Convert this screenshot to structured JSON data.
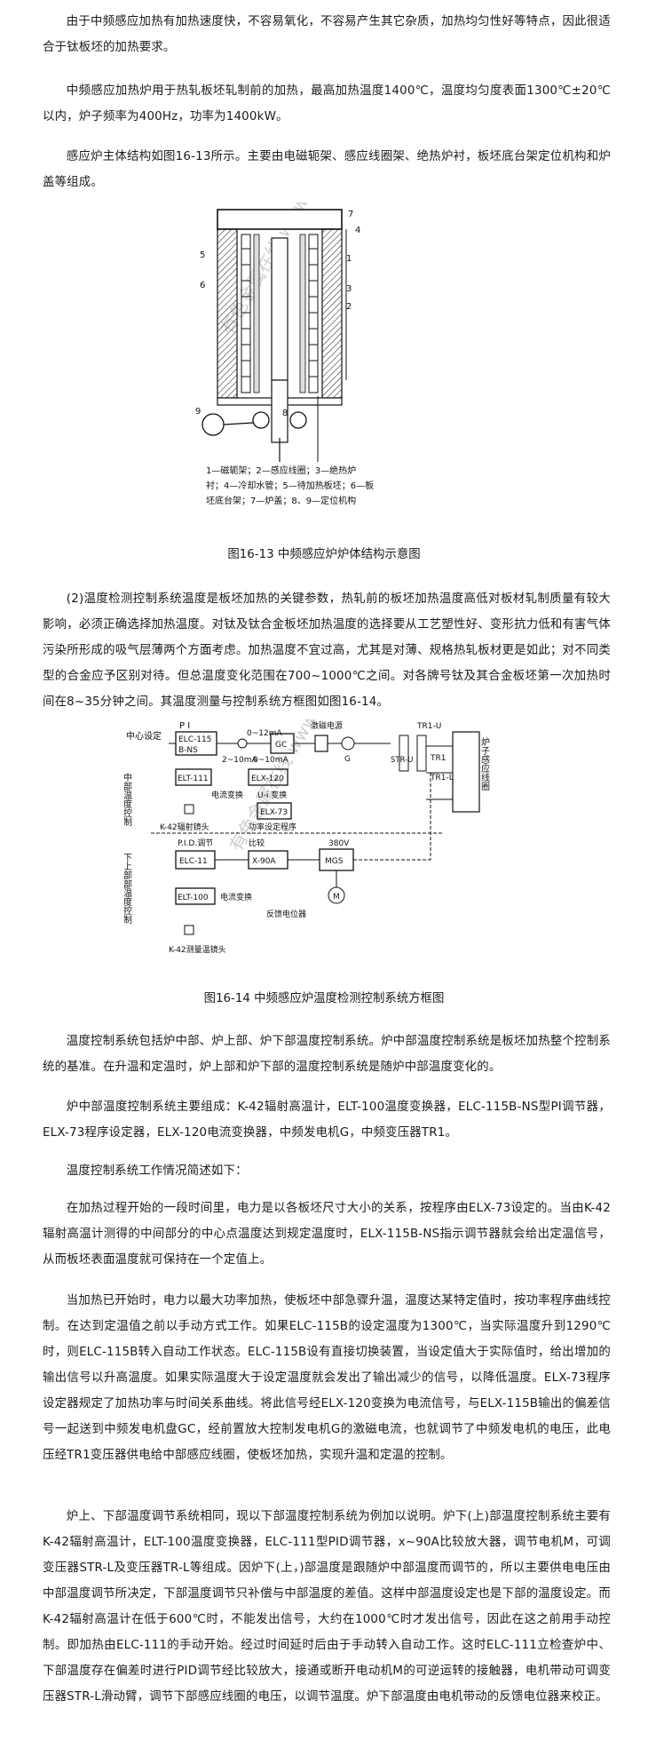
{
  "paragraphs": {
    "p1": "由于中频感应加热有加热速度快，不容易氧化，不容易产生其它杂质，加热均匀性好等特点，因此很适合于钛板坯的加热要求。",
    "p2": "中频感应加热炉用于热轧板坯轧制前的加热，最高加热温度1400℃，温度均匀度表面1300℃±20℃以内，炉子频率为400Hz，功率为1400kW。",
    "p3": "感应炉主体结构如图16-13所示。主要由电磁轭架、感应线圈架、绝热炉衬，板坯底台架定位机构和炉盖等组成。",
    "p4": "(2)温度检测控制系统温度是板坯加热的关键参数，热轧前的板坯加热温度高低对板材轧制质量有较大影响，必须正确选择加热温度。对钛及钛合金板坯加热温度的选择要从工艺塑性好、变形抗力低和有害气体污染所形成的吸气层薄两个方面考虑。加热温度不宜过高，尤其是对薄、规格热轧板材更是如此；对不同类型的合金应予区别对待。但总温度变化范围在700~1000℃之间。对各牌号钛及其合金板坯第一次加热时间在8~35分钟之间。其温度测量与控制系统方框图如图16-14。",
    "p5": "温度控制系统包括炉中部、炉上部、炉下部温度控制系统。炉中部温度控制系统是板坯加热整个控制系统的基准。在升温和定温时，炉上部和炉下部的温度控制系统是随炉中部温度变化的。",
    "p6": "炉中部温度控制系统主要组成：K-42辐射高温计，ELT-100温度变换器，ELC-115B-NS型PI调节器，ELX-73程序设定器，ELX-120电流变换器，中频发电机G，中频变压器TR1。",
    "p7": "温度控制系统工作情况简述如下：",
    "p8": "在加热过程开始的一段时间里，电力是以各板坯尺寸大小的关系，按程序由ELX-73设定的。当由K-42辐射高温计测得的中间部分的中心点温度达到规定温度时，ELX-115B-NS指示调节器就会给出定温信号，从而板坯表面温度就可保持在一个定值上。",
    "p9": "当加热已开始时，电力以最大功率加热，使板坯中部急骤升温，温度达某特定值时，按功率程序曲线控制。在达到定温值之前以手动方式工作。如果ELC-115B的设定温度为1300℃，当实际温度升到1290℃时，则ELC-115B转入自动工作状态。ELC-115B设有直接切换装置，当设定值大于实际值时，给出增加的输出信号以升高温度。如果实际温度大于设定温度就会发出了输出减少的信号，以降低温度。ELX-73程序设定器规定了加热功率与时间关系曲线。将此信号经ELX-120变换为电流信号，与ELX-115B输出的偏差信号一起送到中频发电机盘GC，经前置放大控制发电机G的激磁电流，也就调节了中频发电机的电压，此电压经TR1变压器供电给中部感应线圈，使板坯加热，实现升温和定温的控制。",
    "p10": "炉上、下部温度调节系统相同，现以下部温度控制系统为例加以说明。炉下(上)部温度控制系统主要有K-42辐射高温计，ELT-100温度变换器，ELC-111型PID调节器，x~90A比较放大器，调节电机M，可调变压器STR-L及变压器TR-L等组成。因炉下(上，)部温度是跟随炉中部温度而调节的，所以主要供电电压由中部温度调节所决定，下部温度调节只补偿与中部温度的差值。这样中部温度设定也是下部的温度设定。而K-42辐射高温计在低于600℃时，不能发出信号，大约在1000℃时才发出信号，因此在这之前用手动控制。即加热由ELC-111的手动开始。经过时间延时后由于手动转入自动工作。这时ELC-111立检查炉中、下部温度存在偏差时进行PID调节经比较放大，接通或断开电动机M的可逆运转的接触器，电机带动可调变压器STR-L滑动臂，调节下部感应线圈的电压，以调节温度。炉下部温度由电机带动的反馈电位器来校正。"
  },
  "figure1": {
    "caption": "图16-13 中频感应炉炉体结构示意图",
    "numbers": [
      "1",
      "2",
      "3",
      "4",
      "5",
      "6",
      "7",
      "8",
      "9"
    ],
    "legend_line1": "1—磁轭架；2—感应线圈；3—绝热炉",
    "legend_line2": "衬；4—冷却水管；5—待加热板坯；6—板",
    "legend_line3": "坯底台架；7—炉盖；8、9—定位机构",
    "watermark": "有色金属在线 www.cnnmol.com"
  },
  "figure2": {
    "caption": "图16-14 中频感应炉温度检测控制系统方框图",
    "labels": {
      "center_set": "中心设定",
      "pi": "P I",
      "elc115": "ELC-115",
      "bns": "B-NS",
      "range1": "0~12mA",
      "range2": "0~10mA",
      "range3": "2~10mA",
      "elt111": "ELT-111",
      "elx120": "ELX-120",
      "current_conv": "电流变换",
      "ui_conv": "U-i 变换",
      "elx73": "ELX-73",
      "exciter": "激磁电源",
      "gc": "GC",
      "g": "G",
      "str_u": "STR-U",
      "tr1_u": "TR1-U",
      "tr1": "TR1",
      "tr1_l": "TR1-L",
      "coil": "炉子感应线圈",
      "mid_ctrl": "中部温度控制",
      "k42_top": "K-42辐射镜头",
      "power_prog": "功率设定程序",
      "lower_ctrl": "下上部部温度控制",
      "pid": "P.I.D.调节",
      "compare": "比较",
      "elc11": "ELC-11",
      "x90a": "X-90A",
      "v380": "380V",
      "mgs": "MGS",
      "elt100": "ELT-100",
      "current_conv2": "电流变换",
      "feedback": "反馈电位器",
      "m": "M",
      "k42_bottom": "K-42测量温镜头"
    },
    "watermark": "有色金属在线 www.cnnmol.com"
  }
}
